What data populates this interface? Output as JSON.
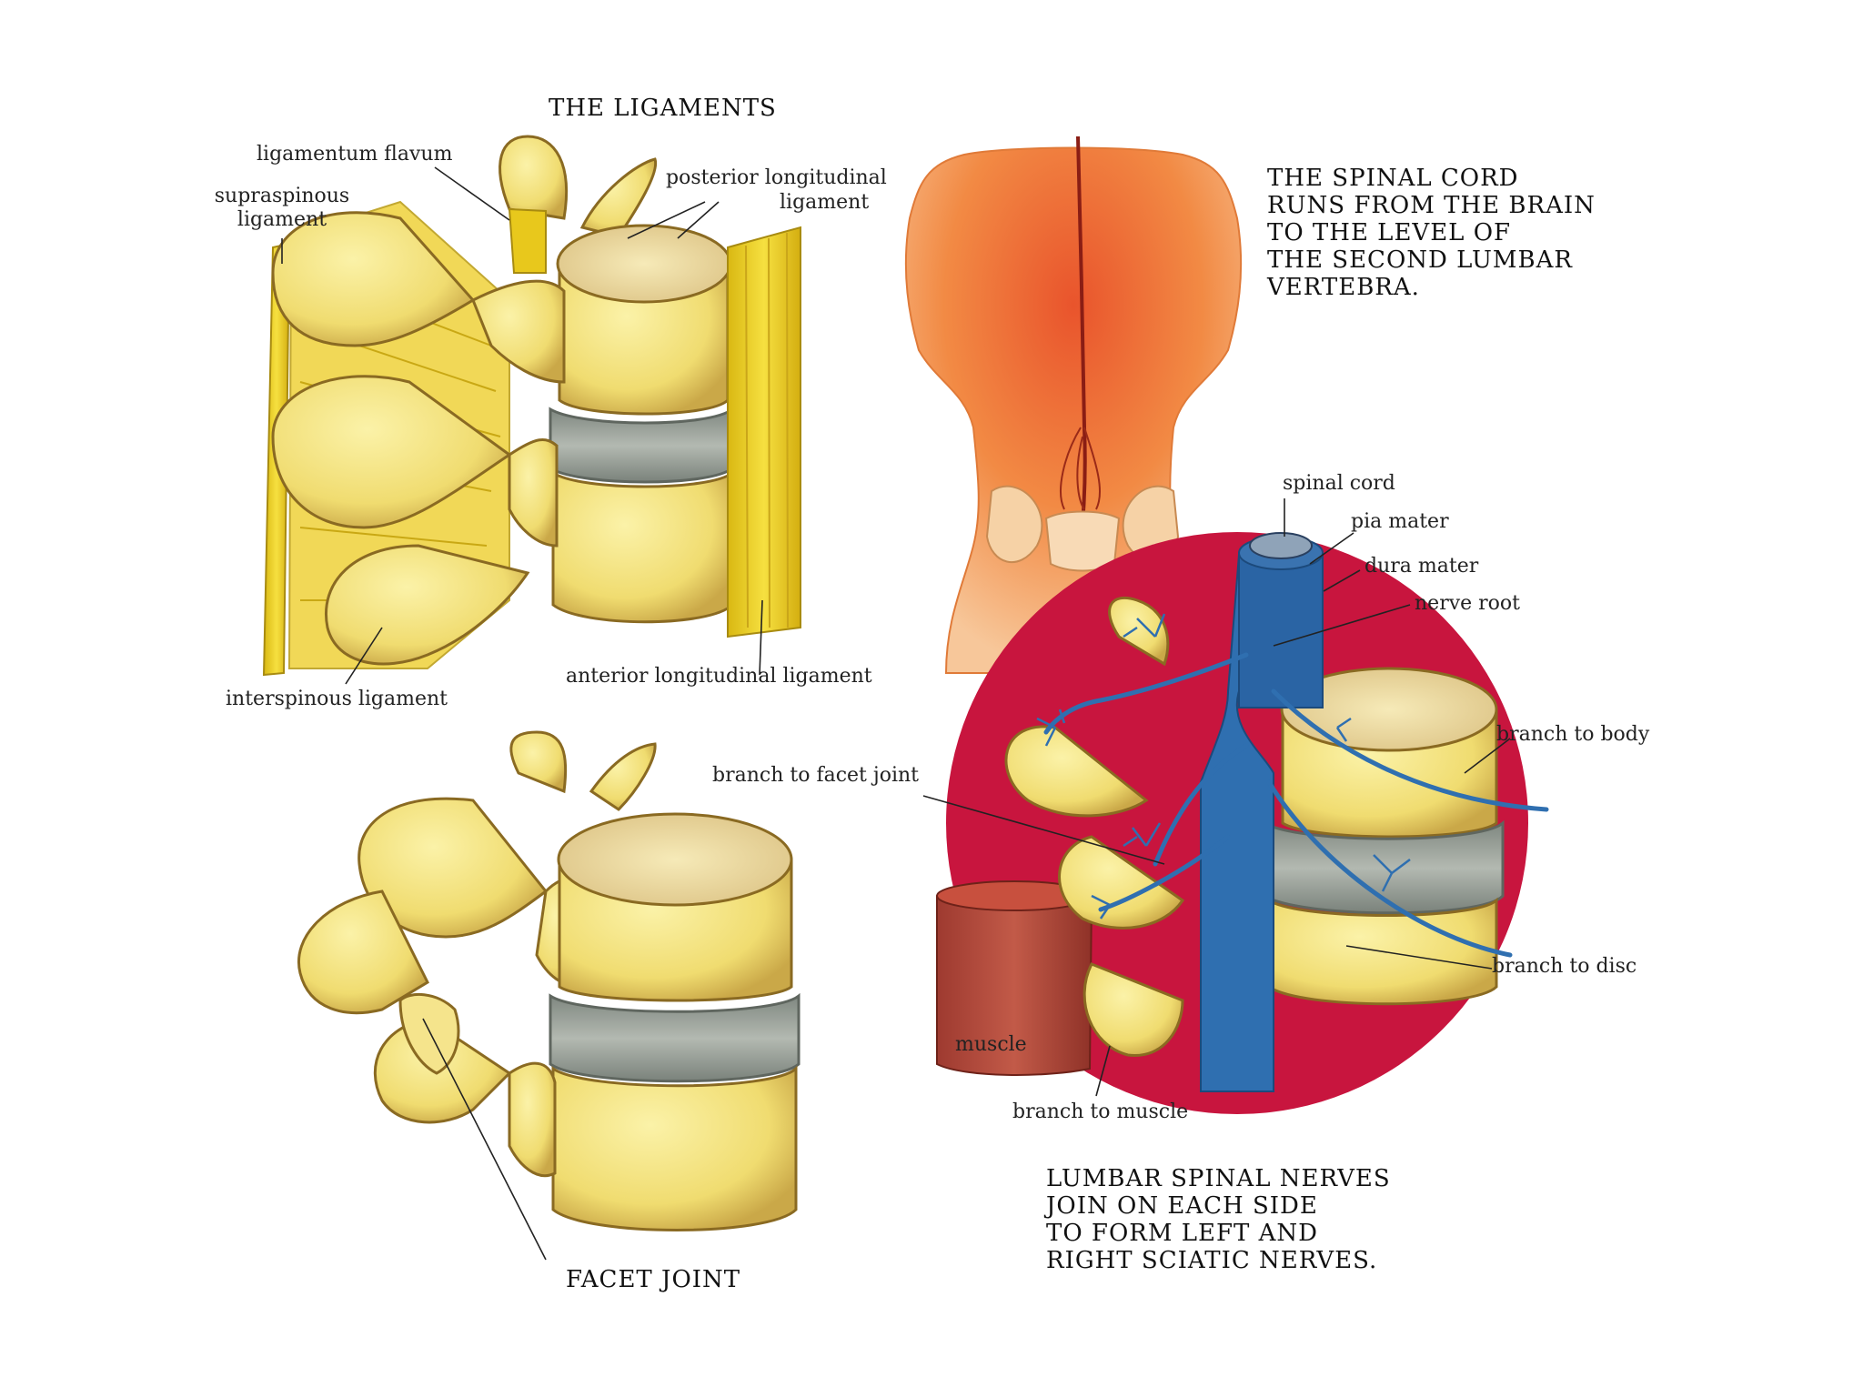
{
  "ligaments": {
    "title": "THE LIGAMENTS",
    "labels": {
      "ligamentum_flavum": "ligamentum flavum",
      "supraspinous_1": "supraspinous",
      "supraspinous_2": "ligament",
      "posterior_1": "posterior longitudinal",
      "posterior_2": "ligament",
      "interspinous": "interspinous ligament",
      "anterior": "anterior longitudinal ligament"
    }
  },
  "spinal_cord": {
    "lines": [
      "THE SPINAL CORD",
      "RUNS FROM THE BRAIN",
      "TO THE LEVEL OF",
      "THE SECOND LUMBAR",
      "VERTEBRA."
    ]
  },
  "facet": {
    "label": "FACET JOINT"
  },
  "nerves": {
    "labels": {
      "spinal_cord": "spinal cord",
      "pia_mater": "pia mater",
      "dura_mater": "dura mater",
      "nerve_root": "nerve root",
      "branch_to_body": "branch to body",
      "branch_to_facet": "branch to facet joint",
      "branch_to_disc": "branch to disc",
      "muscle": "muscle",
      "branch_to_muscle": "branch to muscle"
    },
    "caption": [
      "LUMBAR SPINAL NERVES",
      "JOIN ON EACH SIDE",
      "TO FORM LEFT AND",
      "RIGHT SCIATIC NERVES."
    ]
  },
  "colors": {
    "bone": "#f2e27a",
    "bone_shadow": "#c9a94a",
    "ligament": "#f0d420",
    "disc": "#9aa19a",
    "skin": "#ee8a44",
    "nerve": "#2f6fb0",
    "red_circle": "#c8153e",
    "muscle": "#b4473a"
  }
}
